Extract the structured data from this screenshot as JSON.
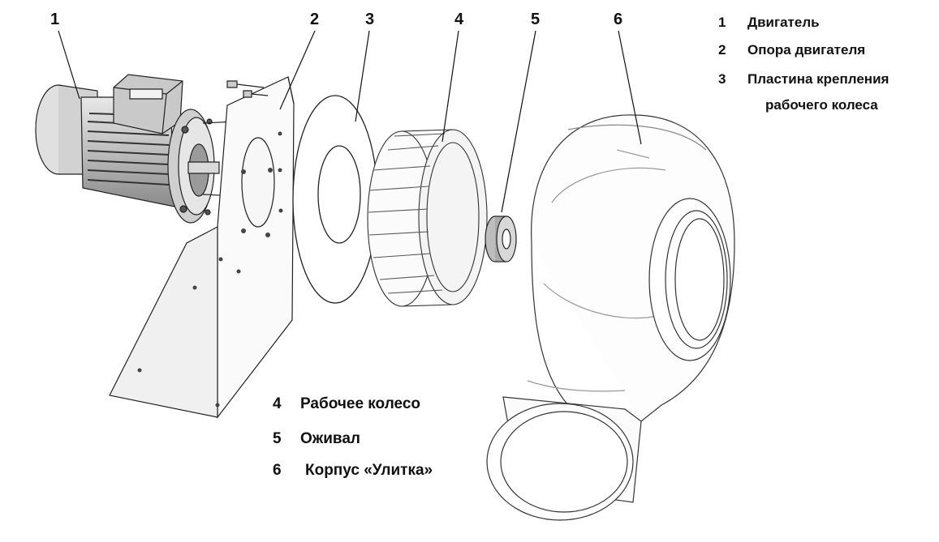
{
  "callouts": [
    "1",
    "2",
    "3",
    "4",
    "5",
    "6"
  ],
  "legend_top": [
    {
      "num": "1",
      "text": "Двигатель"
    },
    {
      "num": "2",
      "text": "Опора двигателя"
    },
    {
      "num": "3",
      "text": "Пластина крепления"
    },
    {
      "num": "",
      "text": "рабочего колеса"
    }
  ],
  "legend_bottom": [
    {
      "num": "4",
      "text": "Рабочее колесо"
    },
    {
      "num": "5",
      "text": "Оживал"
    },
    {
      "num": "6",
      "text": "Корпус «Улитка»"
    }
  ]
}
